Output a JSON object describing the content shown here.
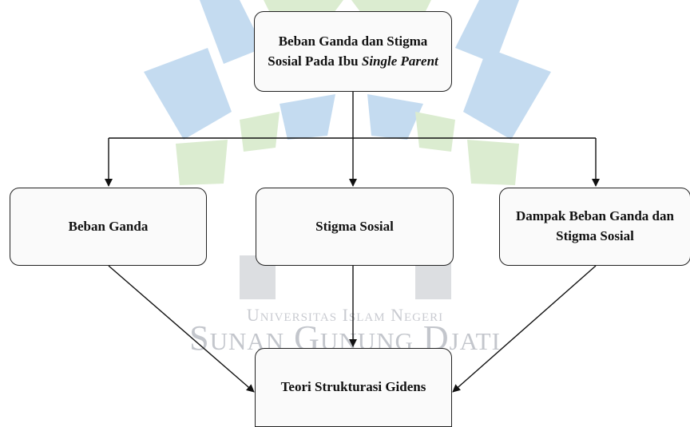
{
  "watermark": {
    "line1": "Universitas Islam Negeri",
    "line2": "Sunan Gunung Djati"
  },
  "nodes": {
    "root": {
      "text_before": "Beban Ganda dan Stigma Sosial Pada Ibu ",
      "text_italic": "Single Parent"
    },
    "beban": {
      "text": "Beban Ganda"
    },
    "stigma": {
      "text": "Stigma Sosial"
    },
    "dampak": {
      "text": "Dampak Beban Ganda dan Stigma Sosial"
    },
    "teori": {
      "text": "Teori Strukturasi Gidens"
    }
  },
  "edges": [
    {
      "from": "root",
      "to": "beban"
    },
    {
      "from": "root",
      "to": "stigma"
    },
    {
      "from": "root",
      "to": "dampak"
    },
    {
      "from": "beban",
      "to": "teori"
    },
    {
      "from": "stigma",
      "to": "teori"
    },
    {
      "from": "dampak",
      "to": "teori"
    }
  ],
  "colors": {
    "line": "#111111",
    "box_border": "#222222",
    "watermark_blue": "#5a9bd5",
    "watermark_green": "#9acb7a"
  }
}
